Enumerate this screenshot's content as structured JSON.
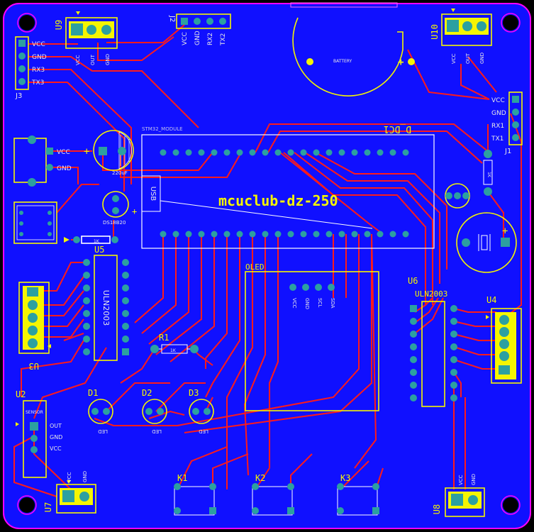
{
  "board": {
    "copper_color": "#1010ff",
    "edge_color": "#ff00ff",
    "trace_color": "#ff1a1a",
    "silk_color": "#f5f500",
    "title": "mcuclub-dz-250",
    "module_name": "STM32_MODULE"
  },
  "components": {
    "u9": {
      "ref": "U9",
      "pins": [
        "VCC",
        "OUT",
        "GND"
      ]
    },
    "u10": {
      "ref": "U10",
      "pins": [
        "VCC",
        "OUT",
        "GND"
      ]
    },
    "u7": {
      "ref": "U7",
      "pins": [
        "VCC",
        "GND"
      ]
    },
    "u8": {
      "ref": "U8",
      "pins": [
        "VCC",
        "GND"
      ]
    },
    "u5": {
      "ref": "U5",
      "ic": "ULN2003"
    },
    "u6": {
      "ref": "U6",
      "ic": "ULN2003"
    },
    "u4": {
      "ref": "U4"
    },
    "u3": {
      "ref": "U3"
    },
    "u2": {
      "ref": "U2",
      "pins": [
        "OUT",
        "GND",
        "VCC"
      ]
    },
    "j2": {
      "ref": "J2",
      "pins": [
        "VCC",
        "GND",
        "RX2",
        "TX2"
      ]
    },
    "j3": {
      "ref": "J3",
      "pins": [
        "VCC",
        "GND",
        "RX3",
        "TX3"
      ]
    },
    "j1": {
      "ref": "J1",
      "pins": [
        "VCC",
        "GND",
        "RX1",
        "TX1"
      ]
    },
    "power": {
      "pins": [
        "VCC",
        "GND"
      ]
    },
    "cap": {
      "value": "220uF"
    },
    "mcu": {
      "ref": "D_DC1",
      "usb": "USB"
    },
    "oled": {
      "ref": "OLED",
      "pins": [
        "VCC",
        "GND",
        "SCL",
        "SDA"
      ]
    },
    "r1": {
      "ref": "R1",
      "value": "1K"
    },
    "r_small": {
      "value": "1K"
    },
    "leds": [
      {
        "ref": "D1",
        "value": "LED"
      },
      {
        "ref": "D2",
        "value": "LED"
      },
      {
        "ref": "D3",
        "value": "LED"
      }
    ],
    "keys": [
      {
        "ref": "K1"
      },
      {
        "ref": "K2"
      },
      {
        "ref": "K3"
      }
    ]
  }
}
